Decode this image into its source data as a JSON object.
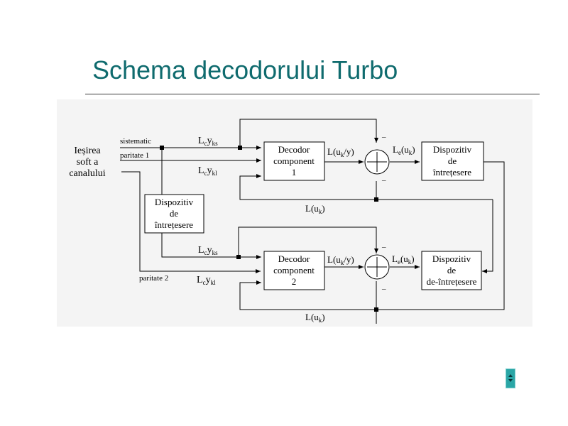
{
  "slide": {
    "title": "Schema decodorului Turbo"
  },
  "diagram": {
    "input": [
      "Ieșirea",
      "soft a",
      "canalului"
    ],
    "sistematic": "sistematic",
    "paritate1": "paritate 1",
    "paritate2": "paritate 2",
    "lcyks": {
      "main": "L",
      "sub1": "c",
      "mid": "y",
      "sub2": "ks"
    },
    "lcykl": {
      "main": "L",
      "sub1": "c",
      "mid": "y",
      "sub2": "kl"
    },
    "decoder1": [
      "Decodor",
      "component",
      "1"
    ],
    "decoder2": [
      "Decodor",
      "component",
      "2"
    ],
    "interleaver_left": [
      "Dispozitiv",
      "de",
      "întrețesere"
    ],
    "interleaver_right": [
      "Dispozitiv",
      "de",
      "întrețesere"
    ],
    "deinterleaver": [
      "Dispozitiv",
      "de",
      "de-întrețesere"
    ],
    "luky": {
      "pre": "L(u",
      "sub": "k",
      "post": "/y)"
    },
    "leuk": {
      "pre": "L",
      "sub1": "e",
      "mid": "(u",
      "sub2": "k",
      "post": ")"
    },
    "luk": {
      "pre": "L(u",
      "sub": "k",
      "post": ")"
    },
    "minus": "–"
  },
  "colors": {
    "title": "#0f6b6e",
    "diagram_bg": "#f4f4f4",
    "nav_button": "#2aa6a6"
  },
  "nav": {
    "icon": "up-down-arrow-icon"
  }
}
